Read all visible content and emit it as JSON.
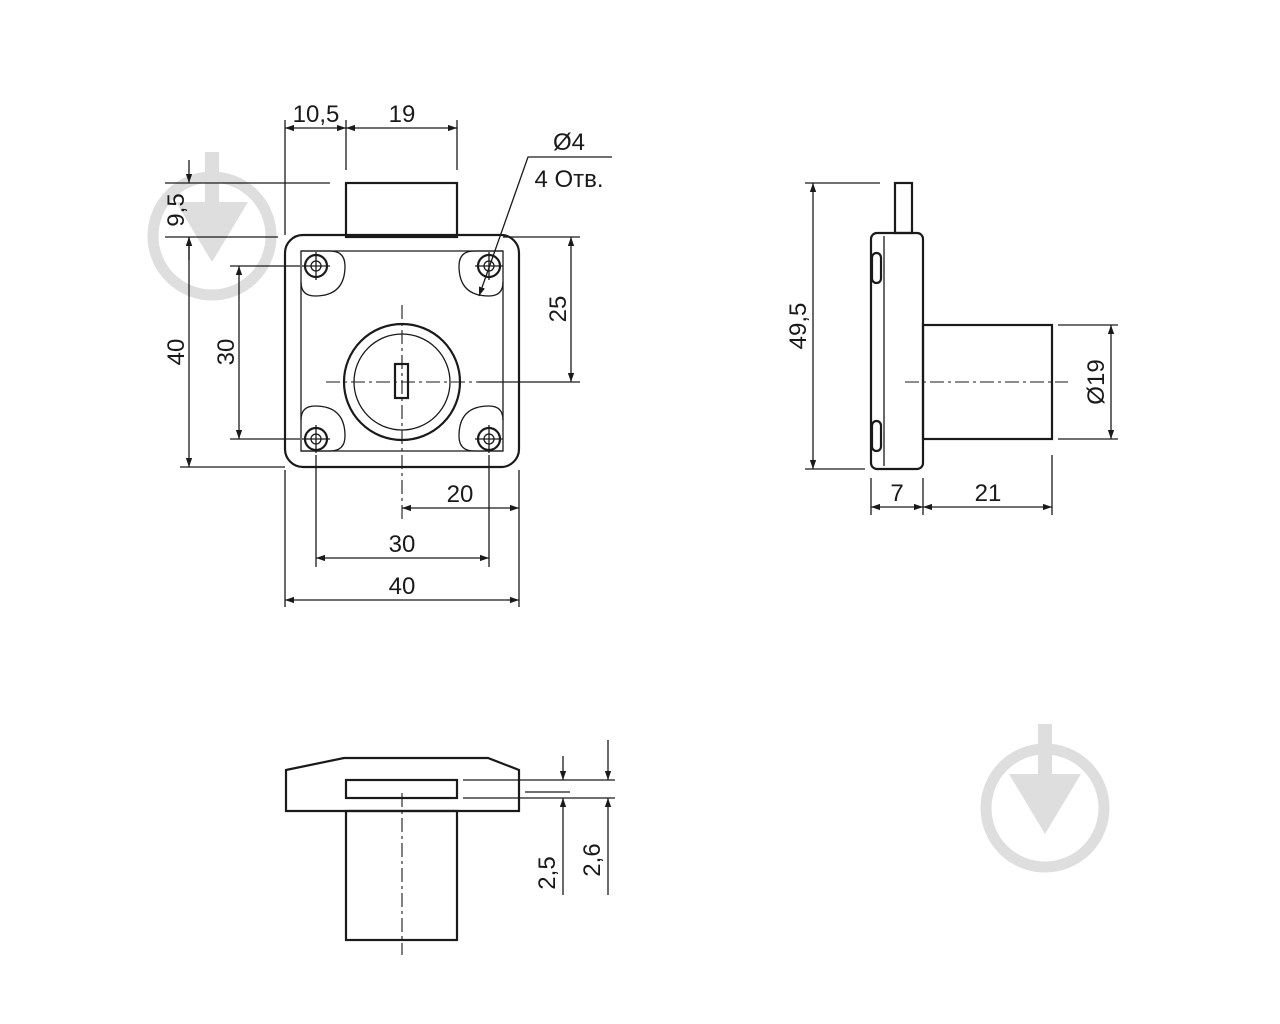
{
  "diagram": {
    "front_view": {
      "width_total": "40",
      "hole_spacing_horizontal": "30",
      "offset_to_axis": "20",
      "bolt_offset_left": "10,5",
      "bolt_width": "19",
      "bolt_projection": "9,5",
      "height_total": "40",
      "hole_spacing_vertical": "30",
      "axis_to_top": "25",
      "hole_note_diameter": "Ø4",
      "hole_note_count": "4 Отв."
    },
    "side_view": {
      "height_total": "49,5",
      "cylinder_diameter": "Ø19",
      "plate_thickness": "7",
      "cylinder_length": "21"
    },
    "top_view": {
      "slot_height": "2,5",
      "slot_offset": "2,6"
    }
  }
}
